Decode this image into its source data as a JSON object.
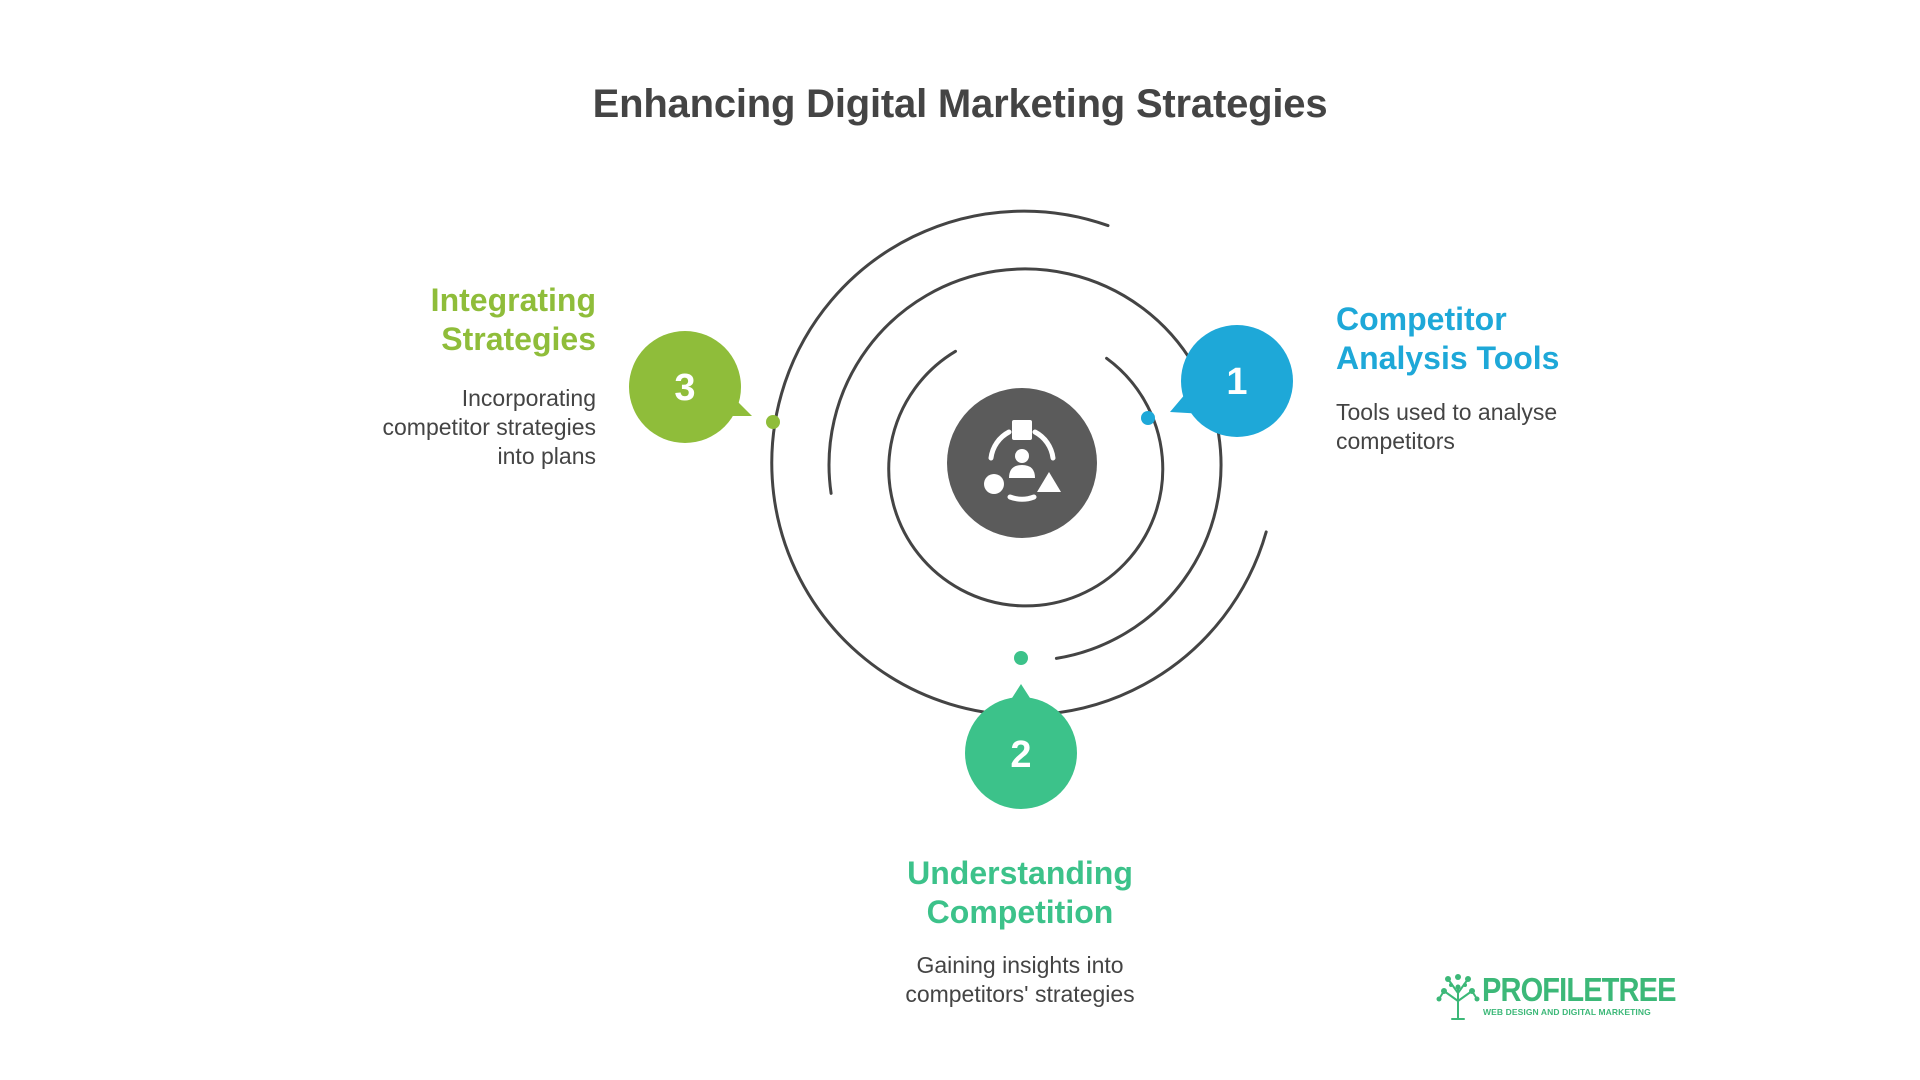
{
  "title": "Enhancing Digital Marketing Strategies",
  "center_icon": "people-shapes-cycle-icon",
  "steps": [
    {
      "number": "1",
      "title": "Competitor\nAnalysis Tools",
      "description": "Tools used to analyse\ncompetitors",
      "color": "#1ea8d8"
    },
    {
      "number": "2",
      "title": "Understanding\nCompetition",
      "description": "Gaining insights into\ncompetitors' strategies",
      "color": "#3cc28a"
    },
    {
      "number": "3",
      "title": "Integrating\nStrategies",
      "description": "Incorporating\ncompetitor strategies\ninto plans",
      "color": "#8fbd3a"
    }
  ],
  "logo": {
    "icon": "tree-network-icon",
    "name": "PROFILETREE",
    "tagline": "WEB DESIGN AND DIGITAL MARKETING"
  }
}
